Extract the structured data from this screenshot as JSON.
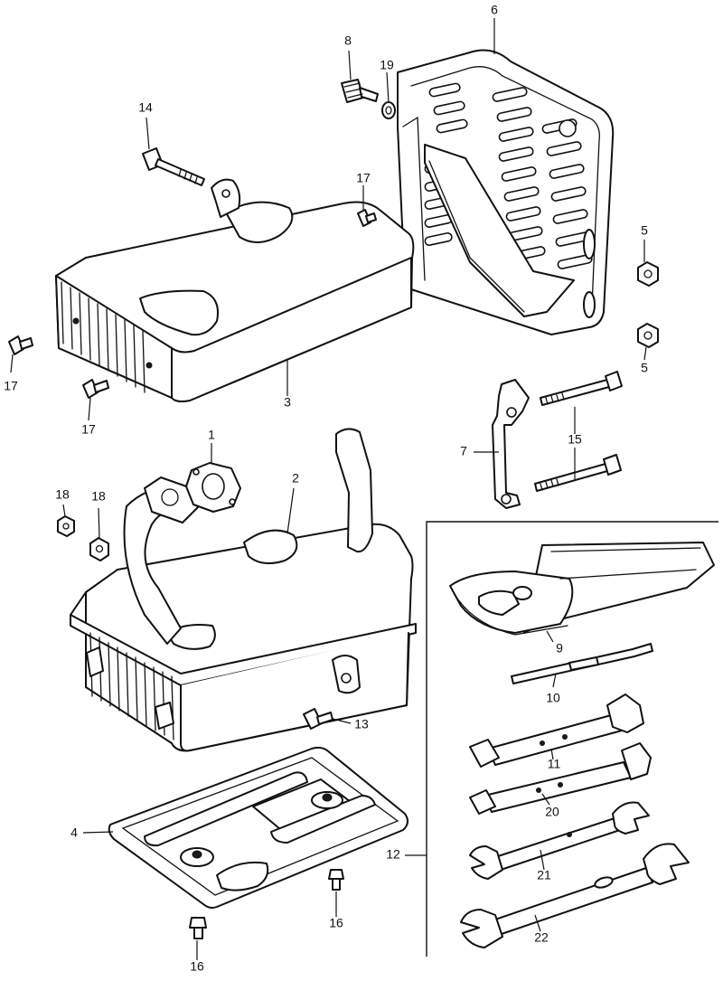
{
  "figure": {
    "type": "exploded-parts-diagram",
    "line_color": "#111111",
    "background": "#ffffff"
  },
  "callouts": {
    "c1": "1",
    "c2": "2",
    "c3": "3",
    "c4": "4",
    "c5a": "5",
    "c5b": "5",
    "c6": "6",
    "c7": "7",
    "c8": "8",
    "c9": "9",
    "c10": "10",
    "c11": "11",
    "c12": "12",
    "c13": "13",
    "c14": "14",
    "c15a": "15",
    "c16a": "16",
    "c16b": "16",
    "c17a": "17",
    "c17b": "17",
    "c17c": "17",
    "c18a": "18",
    "c18b": "18",
    "c19": "19",
    "c20": "20",
    "c21": "21",
    "c22": "22"
  }
}
